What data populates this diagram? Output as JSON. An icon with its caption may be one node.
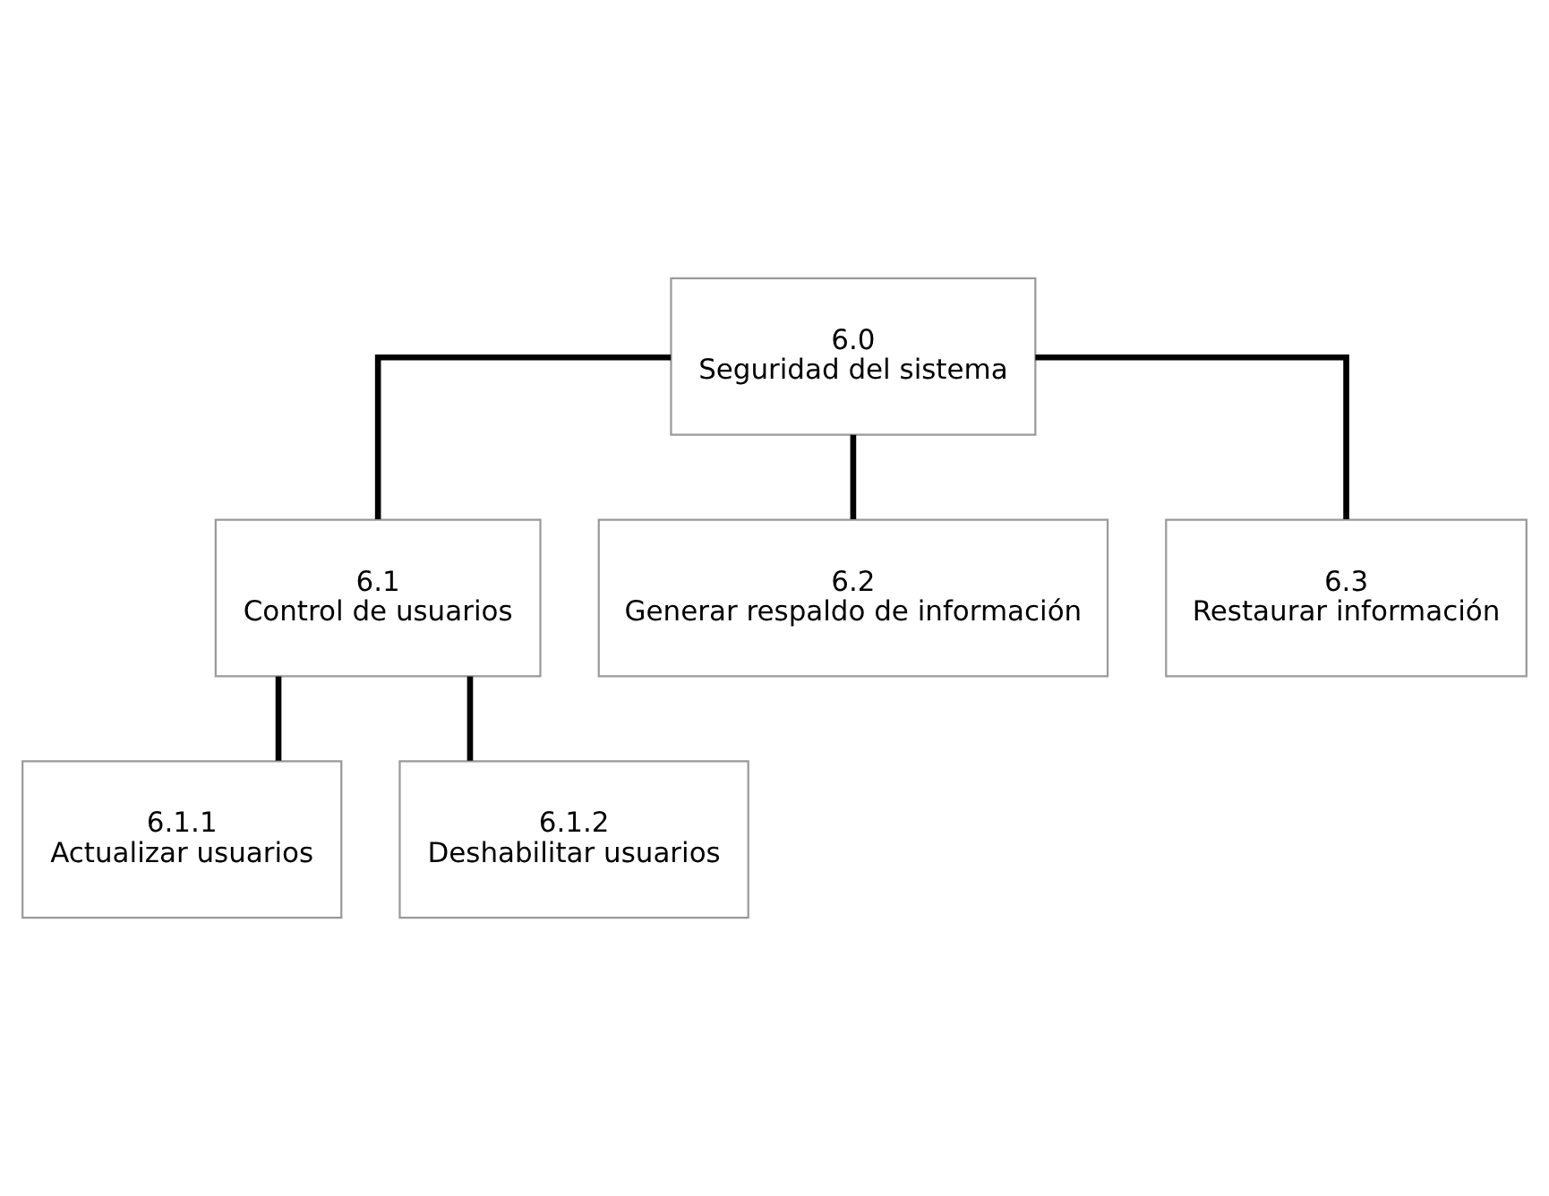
{
  "diagram": {
    "nodes": [
      {
        "text": [
          "6.0",
          "Seguridad del sistema"
        ]
      },
      {
        "text": [
          "6.1",
          "Control de usuarios"
        ]
      },
      {
        "text": [
          "6.2",
          "Generar respaldo de información"
        ]
      },
      {
        "text": [
          "6.3",
          "Restaurar información"
        ]
      },
      {
        "text": [
          "6.1.1",
          "Actualizar usuarios"
        ]
      },
      {
        "text": [
          "6.1.2",
          "Deshabilitar usuarios"
        ]
      }
    ],
    "edges": [
      {
        "from": 0,
        "to": 1,
        "arrow": "none"
      },
      {
        "from": 0,
        "to": 2,
        "arrow": "none"
      },
      {
        "from": 0,
        "to": 3,
        "arrow": "none"
      },
      {
        "from": 1,
        "to": 4,
        "arrow": "none"
      },
      {
        "from": 1,
        "to": 5,
        "arrow": "none"
      }
    ]
  }
}
